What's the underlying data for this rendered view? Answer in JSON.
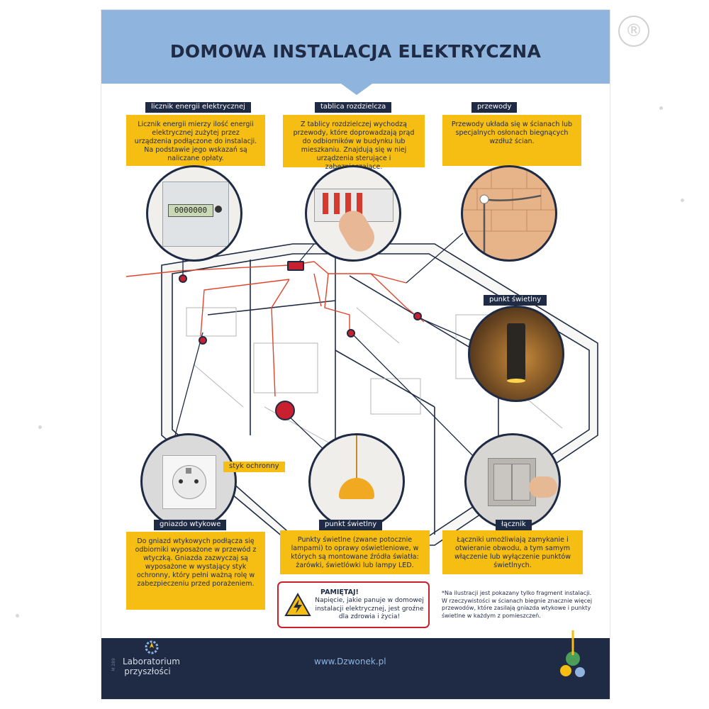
{
  "poster": {
    "title": "DOMOWA INSTALACJA ELEKTRYCZNA",
    "registered_mark": "®"
  },
  "sections": {
    "meter": {
      "label": "licznik energii elektrycznej",
      "text": "Licznik energii mierzy ilość energii elektrycznej zużytej przez urządzenia podłączone do instalacji. Na podstawie jego wskazań są naliczane opłaty.",
      "display": "0000000"
    },
    "panel": {
      "label": "tablica rozdzielcza",
      "text": "Z tablicy rozdzielczej wychodzą przewody, które doprowadzają prąd do odbiorników w budynku lub mieszkaniu. Znajdują się w niej urządzenia sterujące i zabezpieczające."
    },
    "wires": {
      "label": "przewody",
      "text": "Przewody układa się w ścianach lub specjalnych osłonach biegnących wzdłuż ścian."
    },
    "light_wall": {
      "label": "punkt świetlny"
    },
    "socket": {
      "label": "gniazdo wtykowe",
      "callout": "styk ochronny",
      "text": "Do gniazd wtykowych podłącza się odbiorniki wyposażone w przewód z wtyczką. Gniazda zazwyczaj są wyposażone w wystający styk ochronny, który pełni ważną rolę w zabezpieczeniu przed porażeniem."
    },
    "light_pendant": {
      "label": "punkt świetlny",
      "text": "Punkty świetlne (zwane potocznie lampami) to oprawy oświetleniowe, w których są montowane źródła światła: żarówki, świetlówki lub lampy LED."
    },
    "switch": {
      "label": "łącznik",
      "text": "Łączniki umożliwiają zamykanie i otwieranie obwodu, a tym samym włączenie lub wyłączenie punktów świetlnych."
    }
  },
  "warning": {
    "title": "PAMIĘTAJ!",
    "text": "Napięcie, jakie panuje w domowej instalacji elektrycznej, jest groźne dla zdrowia i życia!"
  },
  "note": "*Na ilustracji jest pokazany tylko fragment instalacji. W rzeczywistości w ścianach biegnie znacznie więcej przewodów, które zasilają gniazda wtykowe i punkty świetlne w każdym z pomieszczeń.",
  "footer": {
    "brand": "Laboratorium przyszłości",
    "url": "www.Dzwonek.pl",
    "code": "M 289"
  },
  "colors": {
    "navy": "#1f2a44",
    "header_blue": "#8fb4de",
    "yellow": "#f6bd13",
    "red": "#c8202e"
  }
}
